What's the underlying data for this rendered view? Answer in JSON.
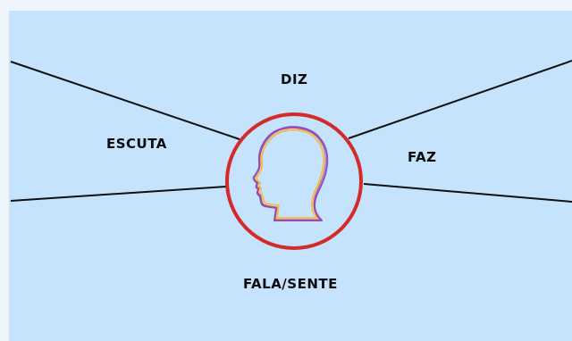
{
  "diagram": {
    "labels": {
      "top": "DIZ",
      "left": "ESCUTA",
      "right": "FAZ",
      "bottom": "FALA/SENTE"
    },
    "colors": {
      "background": "#c6e3fd",
      "outer_background": "#eef5fb",
      "circle_stroke": "#d32a2a",
      "lines": "#111111",
      "head_outline_outer": "#7b4fd6",
      "head_outline_inner": "#f5b82e"
    },
    "center_icon": "head-profile-icon"
  }
}
